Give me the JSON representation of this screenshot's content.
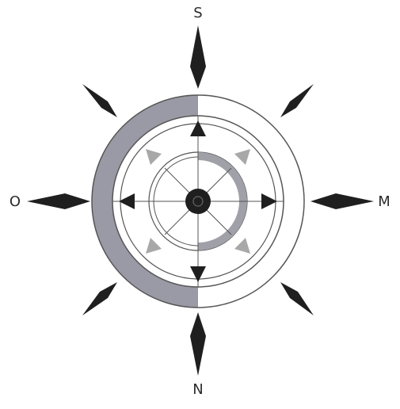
{
  "compass": {
    "labels": {
      "top": "S",
      "bottom": "N",
      "left": "O",
      "right": "M"
    },
    "colors": {
      "ink": "#1f1f1f",
      "shade": "#9a9aa6",
      "inner_shade": "#a0a0a8",
      "light_arrow": "#a8a8a8",
      "line": "#555555",
      "background": "#ffffff"
    },
    "icons": {
      "center": "hub-circle",
      "cardinal_arrows": "triangle-arrow",
      "points": "diamond-spike"
    }
  }
}
